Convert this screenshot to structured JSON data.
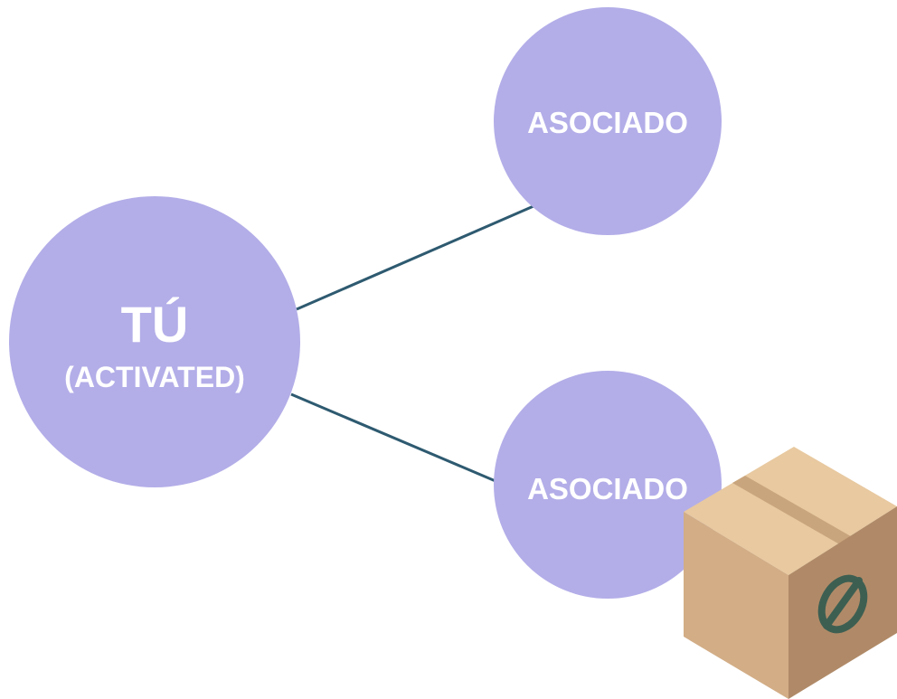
{
  "diagram": {
    "center_node": {
      "title": "TÚ",
      "subtitle": "(ACTIVATED)"
    },
    "top_node": {
      "label": "ASOCIADO"
    },
    "bottom_node": {
      "label": "ASOCIADO"
    }
  },
  "colors": {
    "node_fill": "#b3aee8",
    "connector": "#2e5a70",
    "node_text": "#ffffff",
    "box_top": "#e8c9a0",
    "box_left": "#d2ad86",
    "box_right": "#b08a68",
    "box_tape": "#c9a57d",
    "logo": "#3d5f52"
  },
  "icons": {
    "package": "cardboard-box-icon",
    "logo": "brand-logo-icon"
  }
}
